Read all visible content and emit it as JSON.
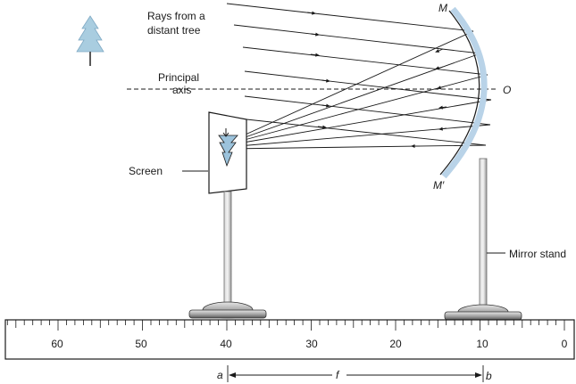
{
  "labels": {
    "rays_line1": "Rays from a",
    "rays_line2": "distant tree",
    "principal_line1": "Principal",
    "principal_line2": "axis",
    "screen": "Screen",
    "mirror_stand": "Mirror stand",
    "M": "M",
    "O": "O",
    "M_prime": "M′",
    "a": "a",
    "f": "f",
    "b": "b"
  },
  "scale": {
    "numbers": [
      "60",
      "50",
      "40",
      "30",
      "20",
      "10",
      "0"
    ]
  },
  "colors": {
    "mirror": "#b9d3e8",
    "tree": "#a9cde0",
    "screen_image": "#9cc3dc",
    "line": "#1a1a1a",
    "stand_metal": "#8a8a8a"
  },
  "icons": {
    "tree": "tree-icon",
    "inverted_image": "inverted-tree-icon"
  }
}
